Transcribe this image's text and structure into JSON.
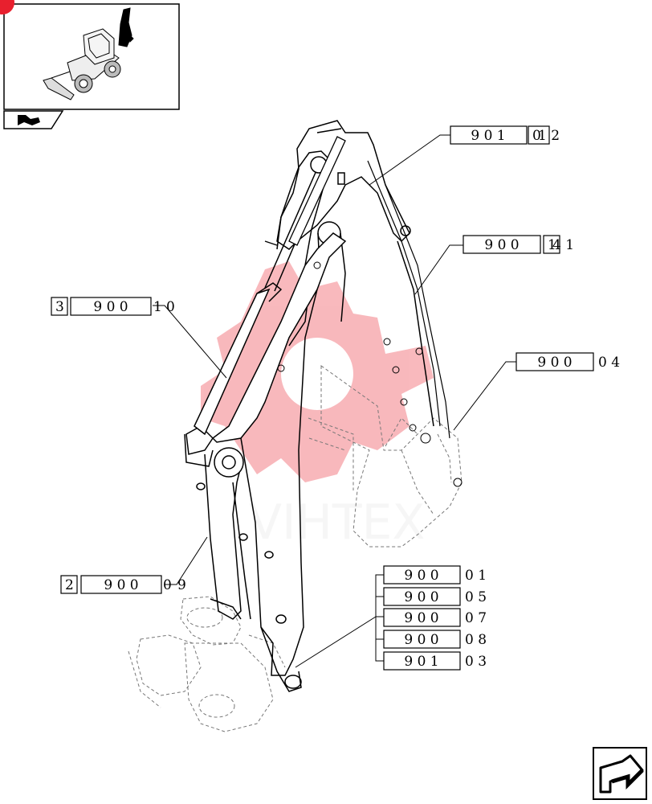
{
  "watermark": {
    "text": "VIHTEX",
    "color": "#f04f5a"
  },
  "thumbnail": {
    "badge_color": "#e8202e"
  },
  "callouts": {
    "c1": {
      "box": "9 0 1",
      "small": "0",
      "tail": "1 2"
    },
    "c2": {
      "box": "9 0 0",
      "small": "1",
      "tail": "4 1"
    },
    "c3": {
      "prefix": "3",
      "box": "9 0 0",
      "small": "1",
      "tail": "0"
    },
    "c4": {
      "box": "9 0 0",
      "tail": "0 4"
    },
    "c5": {
      "prefix": "2",
      "box": "9 0 0",
      "small": "0",
      "tail": "9"
    },
    "group": [
      {
        "box": "9 0 0",
        "tail": "0 1"
      },
      {
        "box": "9 0 0",
        "tail": "0 5"
      },
      {
        "box": "9 0 0",
        "tail": "0 7"
      },
      {
        "box": "9 0 0",
        "tail": "0 8"
      },
      {
        "box": "9 0 1",
        "tail": "0 3"
      }
    ]
  },
  "icons": {
    "bookmark": "bookmark-arrow-icon",
    "next_page": "next-page-arrow-icon"
  }
}
